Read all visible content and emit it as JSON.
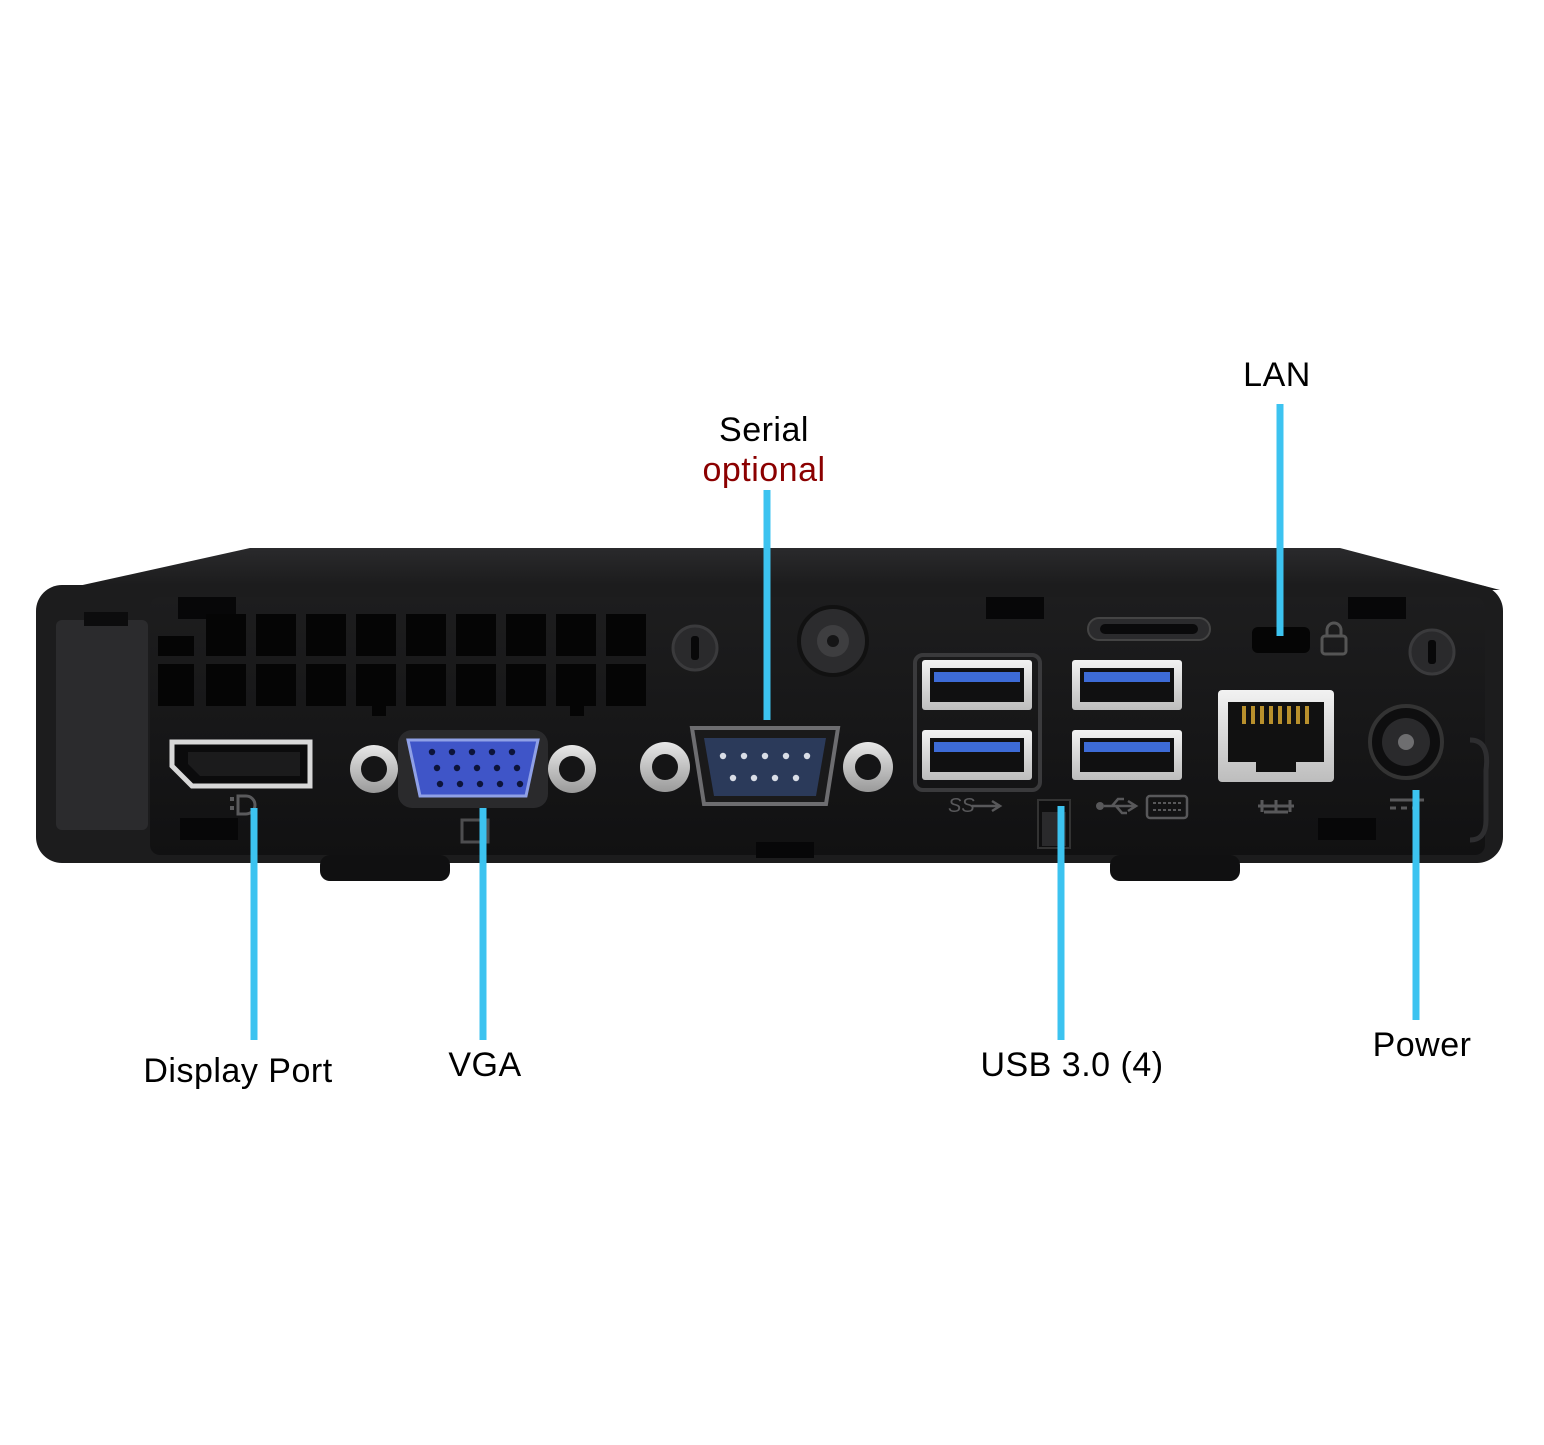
{
  "labels": {
    "serial": "Serial",
    "serial_note": "optional",
    "lan": "LAN",
    "display_port": "Display Port",
    "vga": "VGA",
    "usb": "USB 3.0 (4)",
    "power": "Power"
  },
  "colors": {
    "leader_line": "#3cc3f0",
    "optional_text": "#8b0000",
    "chassis": "#1c1c1d",
    "panel": "#141415",
    "vga_blue": "#3f55c8",
    "usb_blue": "#3d6bd6",
    "serial_blue": "#2b3a5a"
  },
  "icons": [
    "displayport-icon",
    "vga-icon",
    "superspeed-usb-icon",
    "usb-icon",
    "keyboard-icon",
    "network-icon",
    "dc-power-icon",
    "lock-icon"
  ]
}
